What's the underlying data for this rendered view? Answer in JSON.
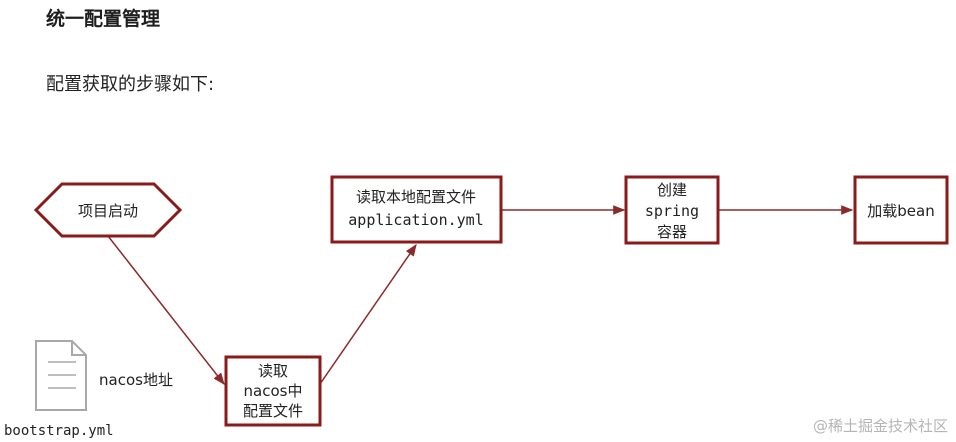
{
  "title": "统一配置管理",
  "subtitle": "配置获取的步骤如下:",
  "nodes": {
    "start": "项目启动",
    "read_nacos": [
      "读取",
      "nacos中",
      "配置文件"
    ],
    "read_local": [
      "读取本地配置文件",
      "application.yml"
    ],
    "create_spring": [
      "创建",
      "spring",
      "容器"
    ],
    "load_bean": "加载bean"
  },
  "file": {
    "label": "nacos地址",
    "filename": "bootstrap.yml"
  },
  "watermark": "@稀土掘金技术社区",
  "colors": {
    "accent": "#8b1a1a",
    "edge": "#8b2a2a",
    "doc": "#a8a8a8"
  }
}
